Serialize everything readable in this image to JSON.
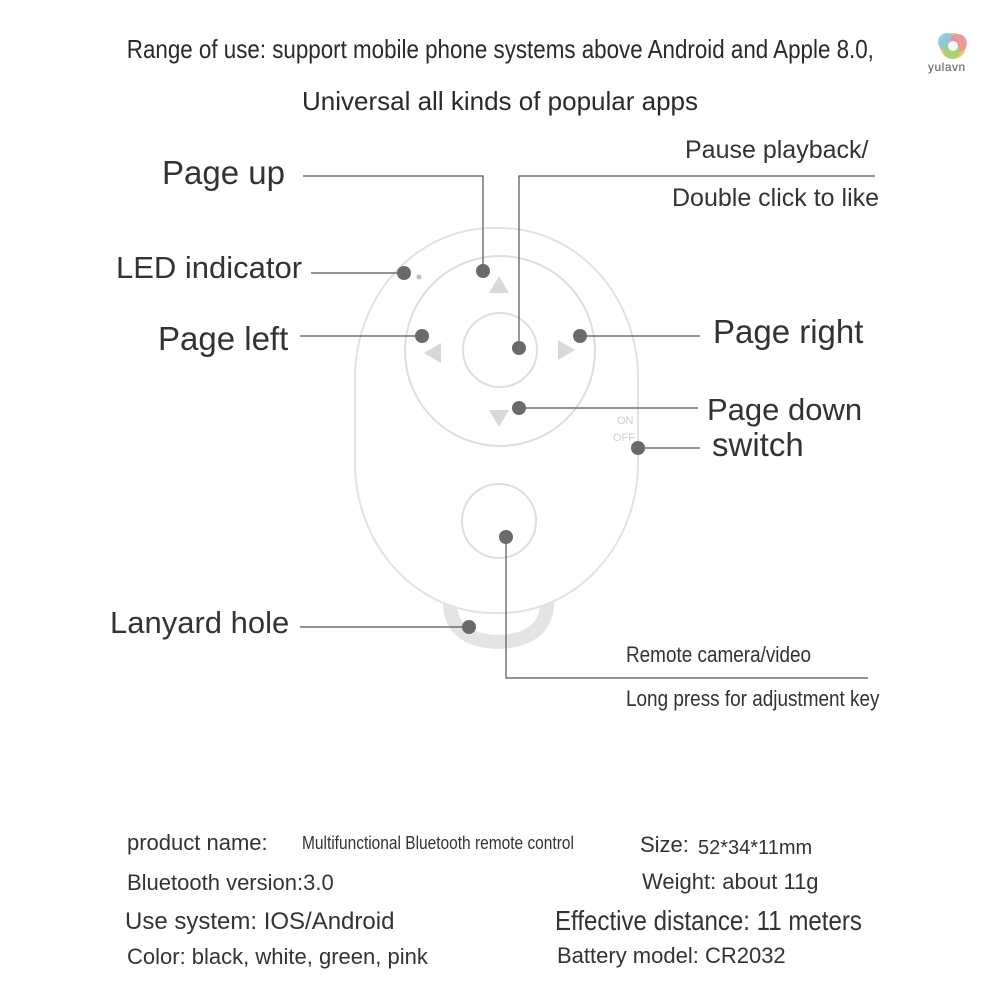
{
  "header": {
    "line1": "Range of use: support mobile phone systems above Android and Apple 8.0,",
    "line2": "Universal all kinds of popular apps"
  },
  "brand": {
    "name": "yulavn"
  },
  "device": {
    "switch_on": "ON",
    "switch_off": "OFF"
  },
  "callouts": {
    "page_up": "Page up",
    "led_indicator": "LED indicator",
    "page_left": "Page left",
    "page_right": "Page right",
    "page_down": "Page down",
    "switch": "switch",
    "lanyard_hole": "Lanyard hole",
    "pause_playback": "Pause playback/",
    "double_click": "Double click to like",
    "remote_camera": "Remote camera/video",
    "long_press": "Long press for adjustment key"
  },
  "specs": {
    "product_name_label": "product name:",
    "product_name_value": "Multifunctional Bluetooth remote control",
    "bluetooth_version": "Bluetooth version:3.0",
    "use_system": "Use system: IOS/Android",
    "color": "Color: black, white, green, pink",
    "size_label": "Size:",
    "size_value": "52*34*11mm",
    "weight": "Weight: about 11g",
    "effective_distance": "Effective distance: 11 meters",
    "battery_model": "Battery model: CR2032"
  },
  "colors": {
    "text": "#333333",
    "leader_line": "#555555",
    "dot": "#666666",
    "device_fill": "#ffffff",
    "device_stroke": "#e4e4e4",
    "arrow": "#d9d9d9"
  }
}
